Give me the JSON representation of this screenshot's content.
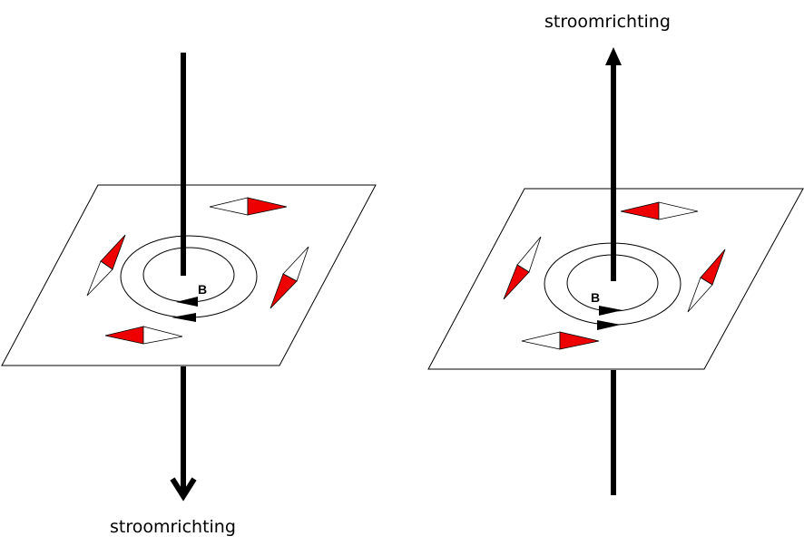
{
  "left_diagram": {
    "current_label": "stroomrichting",
    "field_label": "B",
    "current_direction": "down",
    "field_direction": "clockwise"
  },
  "right_diagram": {
    "current_label": "stroomrichting",
    "field_label": "B",
    "current_direction": "up",
    "field_direction": "counterclockwise"
  },
  "colors": {
    "needle_north": "#ee0000",
    "needle_south": "#ffffff",
    "line": "#000000"
  }
}
